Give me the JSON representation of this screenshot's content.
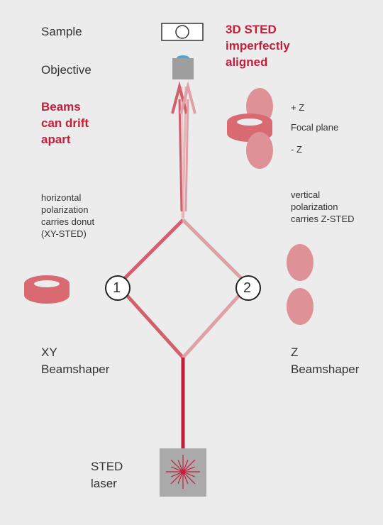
{
  "labels": {
    "sample": "Sample",
    "objective": "Objective",
    "title_red": "3D STED\nimperfectly\naligned",
    "beams_red": "Beams\ncan drift\napart",
    "plus_z": "+ Z",
    "focal_plane": "Focal plane",
    "minus_z": "- Z",
    "horizontal": "horizontal\npolarization\ncarries donut\n(XY-STED)",
    "vertical": "vertical\npolarization\ncarries Z-STED",
    "xy_beamshaper": "XY\nBeamshaper",
    "z_beamshaper": "Z\nBeamshaper",
    "sted_laser": "STED\nlaser",
    "num1": "1",
    "num2": "2"
  },
  "colors": {
    "background": "#ececec",
    "laser_red": "#c41e3a",
    "beam_left": "#d0606c",
    "beam_right": "#e0a0a8",
    "donut": "#d96a72",
    "lobe": "#de9298",
    "objective_lens": "#4aa8d8",
    "objective_body": "#9e9e9e",
    "laser_box": "#aaaaaa"
  },
  "icons": [
    "sample-slide-icon",
    "objective-icon",
    "donut-icon",
    "z-lobes-icon",
    "laser-starburst-icon"
  ]
}
